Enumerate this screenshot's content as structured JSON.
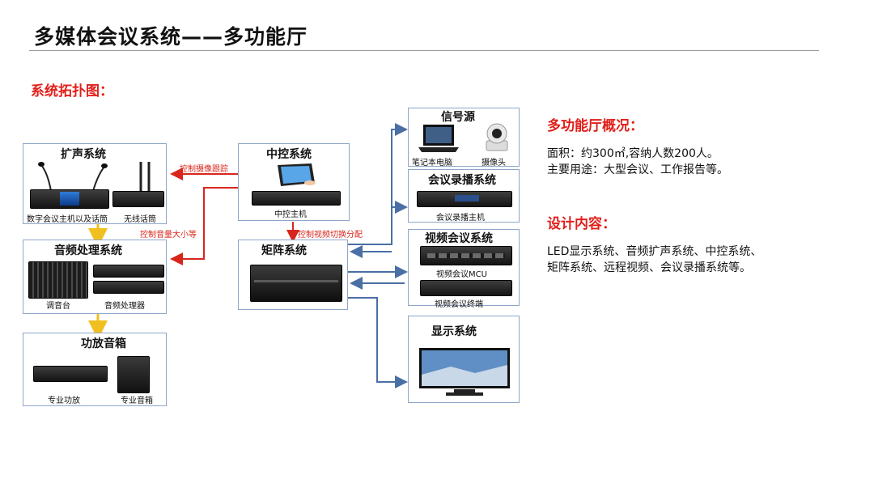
{
  "header": {
    "title": "多媒体会议系统——多功能厅"
  },
  "section": {
    "topology_label": "系统拓扑图："
  },
  "diagram": {
    "pa_system": {
      "title": "扩声系统",
      "device1": "数字会议主机以及话筒",
      "device2": "无线话筒"
    },
    "audio_proc": {
      "title": "音频处理系统",
      "device1": "调音台",
      "device2": "音频处理器"
    },
    "amp_speaker": {
      "title": "功放音箱",
      "device1": "专业功放",
      "device2": "专业音箱"
    },
    "central": {
      "title": "中控系统",
      "device1": "中控主机"
    },
    "matrix": {
      "title": "矩阵系统"
    },
    "signal_source": {
      "title": "信号源",
      "device1": "笔记本电脑",
      "device2": "摄像头"
    },
    "recording": {
      "title": "会议录播系统",
      "device1": "会议录播主机"
    },
    "video_conf": {
      "title": "视频会议系统",
      "device1": "视频会议MCU",
      "device2": "视频会议终端"
    },
    "display": {
      "title": "显示系统"
    },
    "arrows": {
      "camera_tracking": "控制摄像跟踪",
      "volume_control": "控制音量大小等",
      "video_switch": "控制视频切换分配"
    }
  },
  "overview": {
    "heading": "多功能厅概况：",
    "area": "面积：约300㎡,容纳人数200人。",
    "usage": "主要用途：大型会议、工作报告等。"
  },
  "design": {
    "heading": "设计内容：",
    "line1": "LED显示系统、音频扩声系统、中控系统、",
    "line2": "矩阵系统、远程视频、会议录播系统等。"
  },
  "colors": {
    "accent_red": "#e0201b",
    "arrow_red": "#d9261c",
    "arrow_blue": "#4a6fa5",
    "arrow_yellow": "#f0c020",
    "box_border": "#8ea6c8"
  }
}
